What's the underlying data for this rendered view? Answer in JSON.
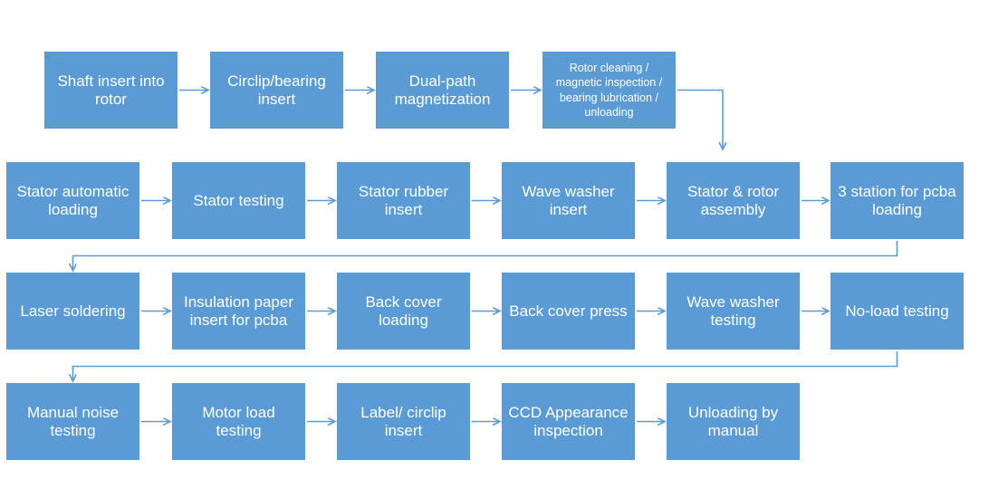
{
  "colors": {
    "box_fill": "#5b9bd5",
    "box_text": "#ffffff",
    "arrow": "#5b9bd5",
    "background": "#ffffff"
  },
  "rows": [
    {
      "steps": [
        {
          "id": "s1",
          "label": "Shaft insert into rotor"
        },
        {
          "id": "s2",
          "label": "Circlip/bearing insert"
        },
        {
          "id": "s3",
          "label": "Dual-path magnetization"
        },
        {
          "id": "s4",
          "label": "Rotor cleaning / magnetic inspection / bearing lubrication / unloading"
        }
      ]
    },
    {
      "steps": [
        {
          "id": "s5",
          "label": "Stator automatic loading"
        },
        {
          "id": "s6",
          "label": "Stator testing"
        },
        {
          "id": "s7",
          "label": "Stator rubber insert"
        },
        {
          "id": "s8",
          "label": "Wave washer insert"
        },
        {
          "id": "s9",
          "label": "Stator & rotor assembly"
        },
        {
          "id": "s10",
          "label": "3 station for pcba loading"
        }
      ]
    },
    {
      "steps": [
        {
          "id": "s11",
          "label": "Laser soldering"
        },
        {
          "id": "s12",
          "label": "Insulation paper insert for pcba"
        },
        {
          "id": "s13",
          "label": "Back cover loading"
        },
        {
          "id": "s14",
          "label": "Back cover press"
        },
        {
          "id": "s15",
          "label": "Wave washer testing"
        },
        {
          "id": "s16",
          "label": "No-load testing"
        }
      ]
    },
    {
      "steps": [
        {
          "id": "s17",
          "label": "Manual noise testing"
        },
        {
          "id": "s18",
          "label": "Motor load testing"
        },
        {
          "id": "s19",
          "label": "Label/ circlip insert"
        },
        {
          "id": "s20",
          "label": "CCD Appearance inspection"
        },
        {
          "id": "s21",
          "label": "Unloading by manual"
        }
      ]
    }
  ],
  "links": [
    [
      "s1",
      "s2"
    ],
    [
      "s2",
      "s3"
    ],
    [
      "s3",
      "s4"
    ],
    [
      "s4",
      "s9"
    ],
    [
      "s5",
      "s6"
    ],
    [
      "s6",
      "s7"
    ],
    [
      "s7",
      "s8"
    ],
    [
      "s8",
      "s9"
    ],
    [
      "s9",
      "s10"
    ],
    [
      "s10",
      "s11"
    ],
    [
      "s11",
      "s12"
    ],
    [
      "s12",
      "s13"
    ],
    [
      "s13",
      "s14"
    ],
    [
      "s14",
      "s15"
    ],
    [
      "s15",
      "s16"
    ],
    [
      "s16",
      "s17"
    ],
    [
      "s17",
      "s18"
    ],
    [
      "s18",
      "s19"
    ],
    [
      "s19",
      "s20"
    ],
    [
      "s20",
      "s21"
    ]
  ]
}
